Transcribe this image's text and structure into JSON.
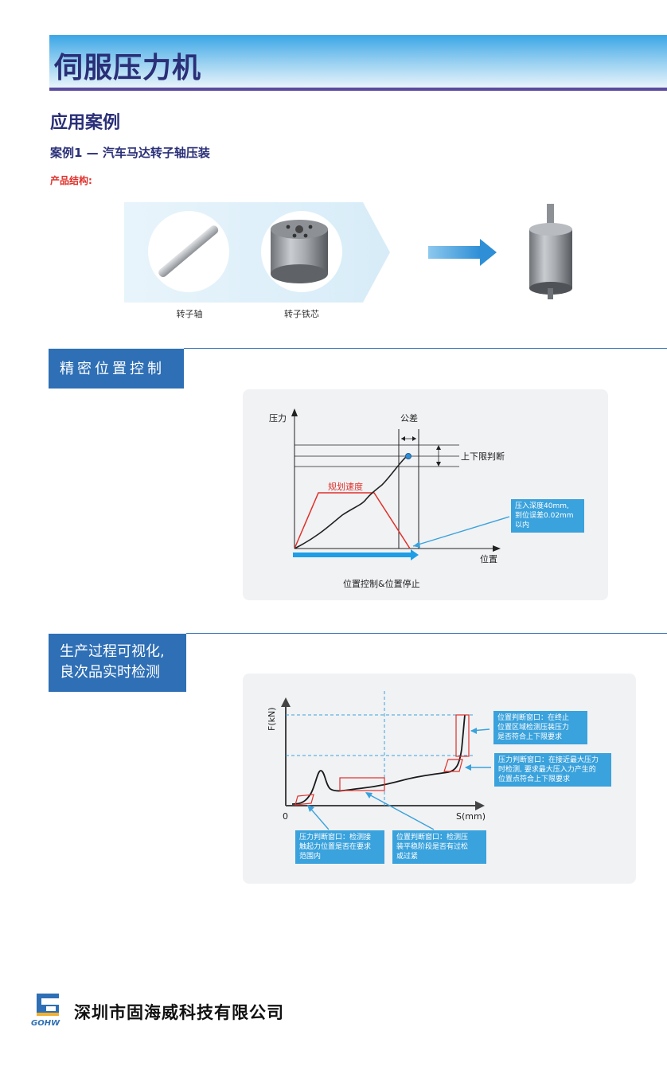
{
  "page_title": "伺服压力机",
  "section_title": "应用案例",
  "case_title": "案例1 — 汽车马达转子轴压装",
  "structure_label": "产品结构:",
  "parts": [
    {
      "caption": "转子轴"
    },
    {
      "caption": "转子铁芯"
    }
  ],
  "section1": {
    "tag": "精密位置控制",
    "chart": {
      "ylabel": "压力",
      "xlabel": "位置",
      "tolerance_label": "公差",
      "limit_label": "上下限判断",
      "speed_label": "规划速度",
      "caption": "位置控制&位置停止",
      "callout": [
        "压入深度40mm,",
        "到位误差0.02mm",
        "以内"
      ]
    }
  },
  "section2": {
    "tag_line1": "生产过程可视化,",
    "tag_line2": "良次品实时检测",
    "chart": {
      "ylabel": "F(kN)",
      "xlabel": "S(mm)",
      "origin": "0",
      "callouts": {
        "top_right": [
          "位置判断窗口：在终止",
          "位置区域检测压装压力",
          "是否符合上下限要求"
        ],
        "mid_right": [
          "压力判断窗口：在接近最大压力",
          "时检测, 要求最大压入力产生的",
          "位置点符合上下限要求"
        ],
        "bottom_left": [
          "压力判断窗口：检测接",
          "触起力位置是否在要求",
          "范围内"
        ],
        "bottom_mid": [
          "位置判断窗口：检测压",
          "装平稳阶段是否有过松",
          "或过紧"
        ]
      }
    }
  },
  "footer": {
    "company": "深圳市固海威科技有限公司",
    "logo_text": "GOHW"
  },
  "colors": {
    "title_text": "#2a2f78",
    "accent_blue": "#2e6fb5",
    "callout_blue": "#3aa2dc",
    "red": "#e0302a"
  }
}
